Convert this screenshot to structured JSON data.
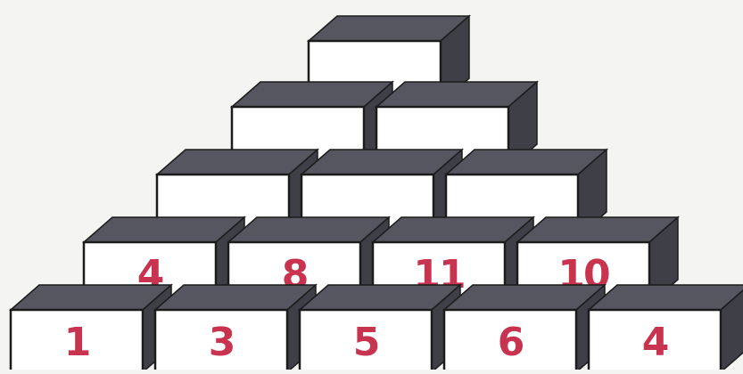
{
  "title": "",
  "colors": {
    "background": "#f4f4f2",
    "brick_front": "#ffffff",
    "brick_top": "#55565f",
    "brick_side": "#3e3f47",
    "outline": "#1c1c1c",
    "number": "#c8334f"
  },
  "pyramid": {
    "rows": [
      {
        "level": 5,
        "values": [
          ""
        ]
      },
      {
        "level": 4,
        "values": [
          "",
          ""
        ]
      },
      {
        "level": 3,
        "values": [
          "",
          "",
          ""
        ]
      },
      {
        "level": 2,
        "values": [
          "4",
          "8",
          "11",
          "10"
        ]
      },
      {
        "level": 1,
        "values": [
          "1",
          "3",
          "5",
          "6",
          "4"
        ]
      }
    ]
  }
}
